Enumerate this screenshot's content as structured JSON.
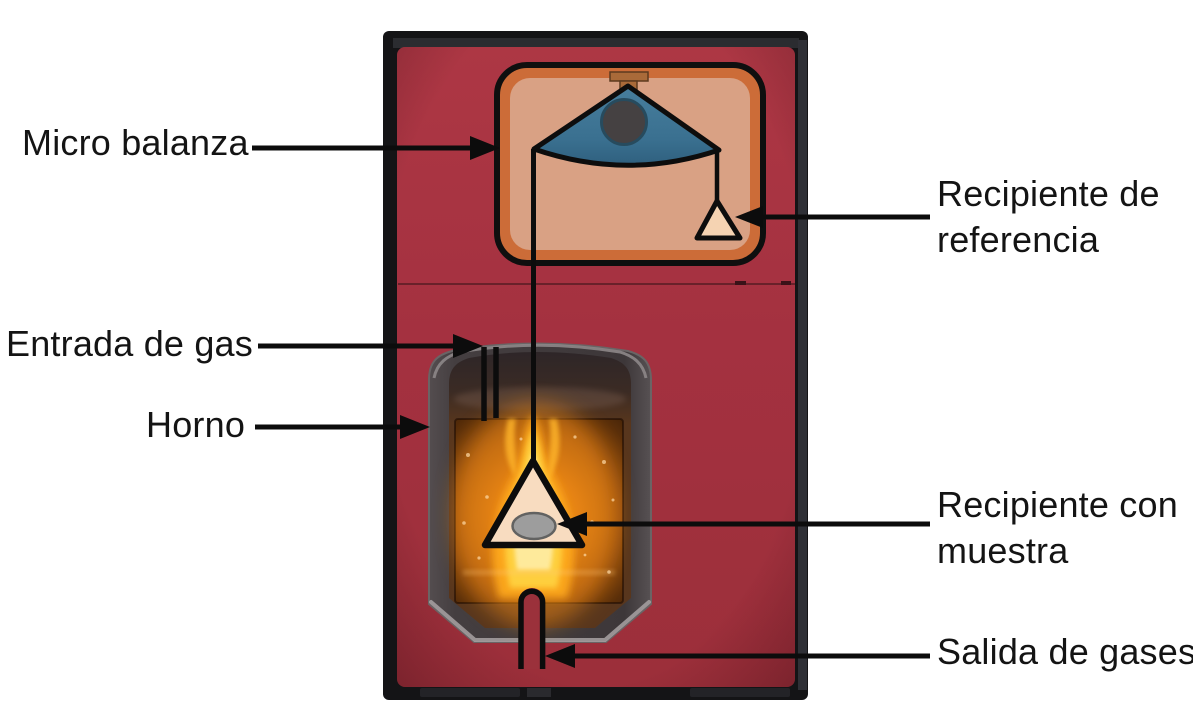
{
  "annotations": [
    {
      "id": "micro-balanza",
      "text": "Micro balanza",
      "side": "left"
    },
    {
      "id": "recipiente-referencia",
      "text": "Recipiente de referencia",
      "side": "right"
    },
    {
      "id": "entrada-gas",
      "text": "Entrada de gas",
      "side": "left"
    },
    {
      "id": "horno",
      "text": "Horno",
      "side": "left"
    },
    {
      "id": "recipiente-muestra",
      "text": "Recipiente con muestra",
      "side": "right"
    },
    {
      "id": "salida-gases",
      "text": "Salida de gases",
      "side": "right"
    }
  ],
  "components": [
    "instrument-frame",
    "instrument-body",
    "balance-housing",
    "balance-beam",
    "balance-pivot",
    "fulcrum-disc",
    "reference-wire",
    "reference-pan",
    "sample-wire",
    "furnace-shell",
    "furnace-window",
    "flame",
    "sample-pan",
    "sample",
    "gas-inlet-tube",
    "gas-outlet-tube"
  ],
  "colors": {
    "background": "#ffffff",
    "frame_black": "#141416",
    "body_red": "#a43140",
    "housing_fill": "#d9a184",
    "housing_ring": "#cc6c38",
    "beam_blue": "#3a7090",
    "fulcrum_gray": "#454142",
    "furnace_shell_gray": "#453f41",
    "furnace_glow_orange": "#e88918",
    "flame_yellow": "#ffd23f",
    "pan_fill": "#f5d3b2",
    "sample_gray": "#9d9d9d",
    "annotation_text": "#141414"
  }
}
